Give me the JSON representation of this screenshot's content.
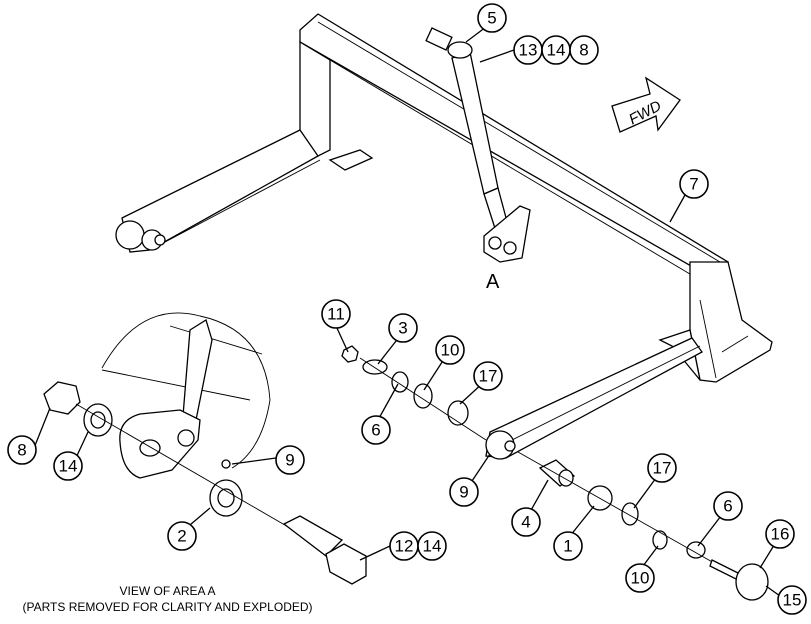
{
  "labels": {
    "fwd": "FWD",
    "area": "A",
    "caption_line1": "VIEW OF AREA A",
    "caption_line2": "(PARTS REMOVED FOR CLARITY AND EXPLODED)"
  },
  "callouts": {
    "c5": "5",
    "c13": "13",
    "c14a": "14",
    "c8a": "8",
    "c7": "7",
    "c11": "11",
    "c3": "3",
    "c10a": "10",
    "c17a": "17",
    "c6a": "6",
    "c9a": "9",
    "c9b": "9",
    "c4": "4",
    "c1": "1",
    "c17b": "17",
    "c6b": "6",
    "c10b": "10",
    "c16": "16",
    "c15": "15",
    "c8b": "8",
    "c14b": "14",
    "c2": "2",
    "c12": "12",
    "c14c": "14"
  }
}
